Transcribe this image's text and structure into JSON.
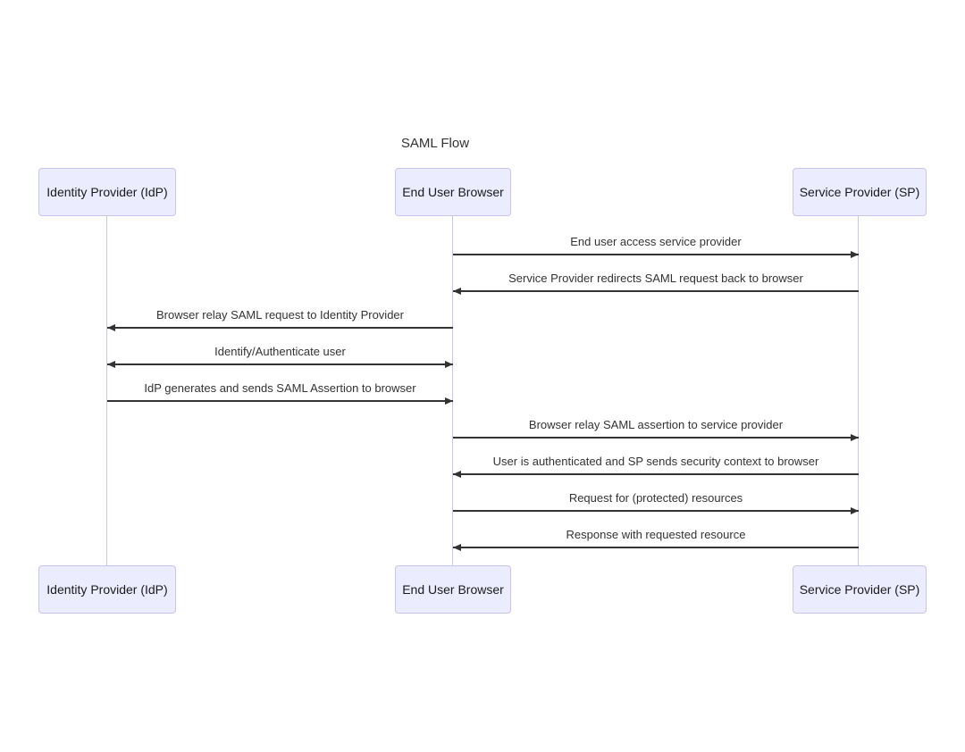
{
  "diagram": {
    "type": "sequence",
    "title": "SAML Flow",
    "actors": [
      {
        "id": "idp",
        "label": "Identity Provider (IdP)"
      },
      {
        "id": "browser",
        "label": "End User Browser"
      },
      {
        "id": "sp",
        "label": "Service Provider (SP)"
      }
    ],
    "messages": [
      {
        "from": "browser",
        "to": "sp",
        "arrow": "right",
        "label": "End user access service provider"
      },
      {
        "from": "sp",
        "to": "browser",
        "arrow": "left",
        "label": "Service Provider redirects SAML request back to browser"
      },
      {
        "from": "browser",
        "to": "idp",
        "arrow": "left",
        "label": "Browser relay SAML request to Identity Provider"
      },
      {
        "from": "idp",
        "to": "browser",
        "arrow": "both",
        "label": "Identify/Authenticate user"
      },
      {
        "from": "idp",
        "to": "browser",
        "arrow": "right",
        "label": "IdP generates and sends SAML Assertion to browser"
      },
      {
        "from": "browser",
        "to": "sp",
        "arrow": "right",
        "label": "Browser relay SAML assertion to service provider"
      },
      {
        "from": "sp",
        "to": "browser",
        "arrow": "left",
        "label": "User is authenticated and SP sends security context to browser"
      },
      {
        "from": "browser",
        "to": "sp",
        "arrow": "right",
        "label": "Request for (protected) resources"
      },
      {
        "from": "sp",
        "to": "browser",
        "arrow": "left",
        "label": "Response with requested resource"
      }
    ],
    "colors": {
      "background": "#FFFFFF",
      "actor_fill": "#ECECFF",
      "actor_border": "#C9C3EF",
      "lifeline": "#C9C5F2",
      "arrow_line": "#333333",
      "message_text": "#333333"
    }
  }
}
